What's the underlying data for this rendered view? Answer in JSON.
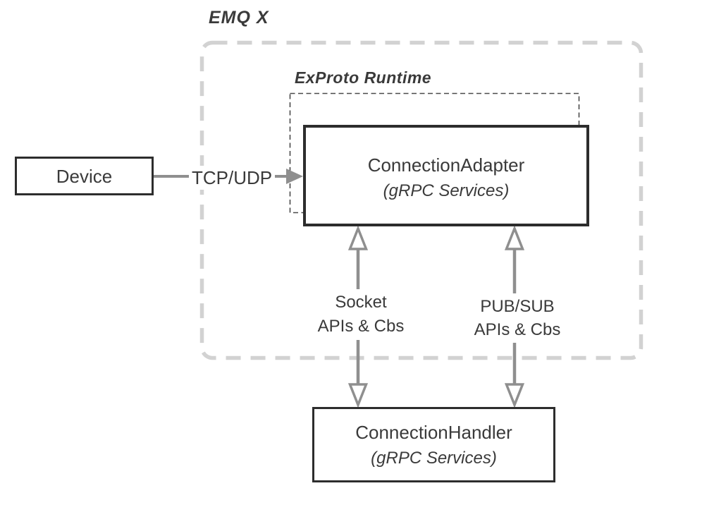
{
  "emqx_label": "EMQ X",
  "exproto_runtime_label": "ExProto Runtime",
  "boxes": {
    "device": {
      "label": "Device"
    },
    "adapter": {
      "title": "ConnectionAdapter",
      "subtitle": "(gRPC Services)"
    },
    "handler": {
      "title": "ConnectionHandler",
      "subtitle": "(gRPC Services)"
    }
  },
  "edges": {
    "tcp_udp": {
      "label": "TCP/UDP"
    },
    "socket": {
      "line1": "Socket",
      "line2": "APIs & Cbs"
    },
    "pubsub": {
      "line1": "PUB/SUB",
      "line2": "APIs & Cbs"
    }
  },
  "colors": {
    "background": "#ffffff",
    "box_border": "#2d2d2d",
    "text": "#3a3a3a",
    "arrow": "#8f8f8f",
    "outer_dash": "#d2d2d2",
    "inner_dash": "#4a4a4a"
  }
}
